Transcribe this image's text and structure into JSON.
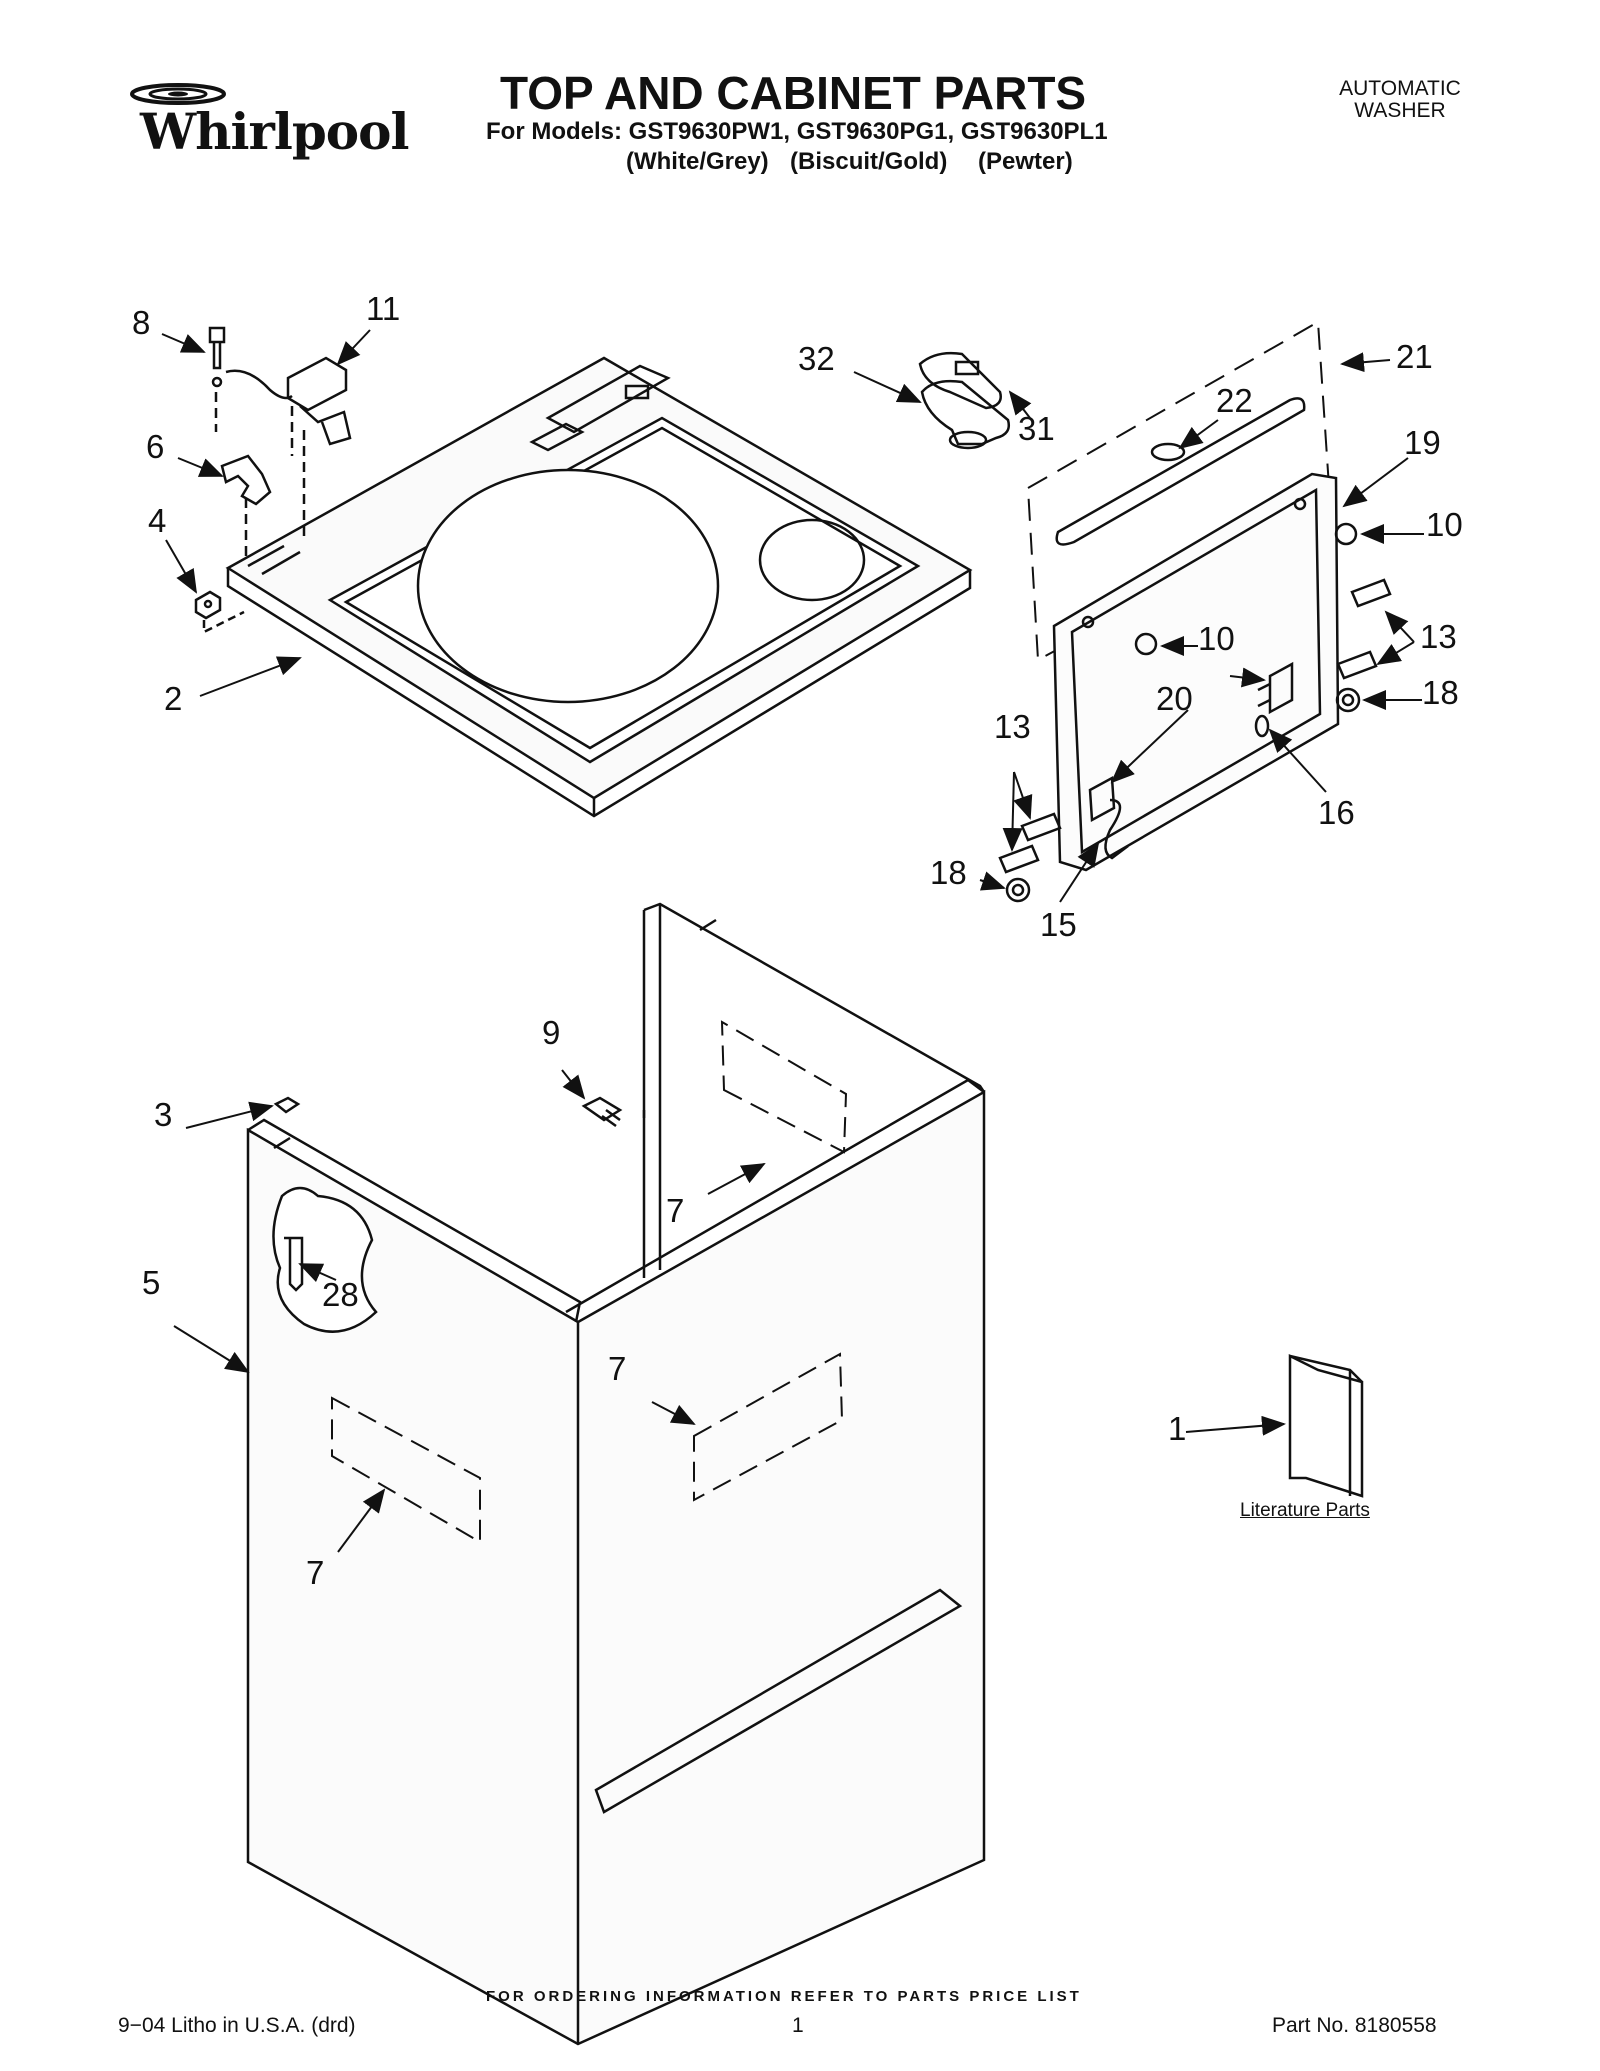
{
  "header": {
    "brand": "Whirlpool",
    "title": "TOP AND CABINET PARTS",
    "models": "For Models: GST9630PW1, GST9630PG1, GST9630PL1",
    "variants": [
      "(White/Grey)",
      "(Biscuit/Gold)",
      "(Pewter)"
    ],
    "appliance_line1": "AUTOMATIC",
    "appliance_line2": "WASHER"
  },
  "callouts": {
    "c8": "8",
    "c11": "11",
    "c6": "6",
    "c4": "4",
    "c2": "2",
    "c32": "32",
    "c31": "31",
    "c21": "21",
    "c22": "22",
    "c19": "19",
    "c10a": "10",
    "c10b": "10",
    "c13a": "13",
    "c13b": "13",
    "c20": "20",
    "c18a": "18",
    "c18b": "18",
    "c16": "16",
    "c15": "15",
    "c9": "9",
    "c3": "3",
    "c7a": "7",
    "c7b": "7",
    "c7c": "7",
    "c5": "5",
    "c28": "28",
    "c1": "1"
  },
  "literature_label": "Literature Parts",
  "footer": {
    "ordering_note": "FOR ORDERING INFORMATION REFER TO PARTS PRICE LIST",
    "litho": "9−04 Litho in U.S.A. (drd)",
    "page": "1",
    "part_no": "Part No. 8180558"
  },
  "colors": {
    "ink": "#111111",
    "paper": "#ffffff",
    "panel_fill": "#f4f4f4"
  }
}
